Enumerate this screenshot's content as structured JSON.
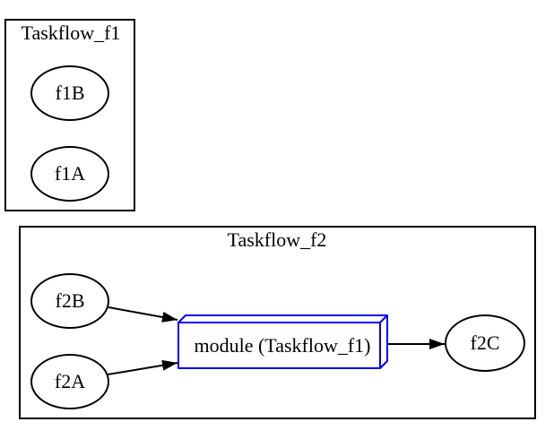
{
  "diagram": {
    "type": "graphviz-taskflow",
    "background": "#ffffff",
    "clusters": [
      {
        "label": "Taskflow_f1"
      },
      {
        "label": "Taskflow_f2"
      }
    ],
    "nodes": [
      {
        "id": "f1B",
        "label": "f1B",
        "shape": "ellipse",
        "cluster": "Taskflow_f1"
      },
      {
        "id": "f1A",
        "label": "f1A",
        "shape": "ellipse",
        "cluster": "Taskflow_f1"
      },
      {
        "id": "f2B",
        "label": "f2B",
        "shape": "ellipse",
        "cluster": "Taskflow_f2"
      },
      {
        "id": "f2A",
        "label": "f2A",
        "shape": "ellipse",
        "cluster": "Taskflow_f2"
      },
      {
        "id": "module",
        "label": "module (Taskflow_f1)",
        "shape": "box3d",
        "cluster": "Taskflow_f2"
      },
      {
        "id": "f2C",
        "label": "f2C",
        "shape": "ellipse",
        "cluster": "Taskflow_f2"
      }
    ],
    "edges": [
      {
        "from": "f2B",
        "to": "module"
      },
      {
        "from": "f2A",
        "to": "module"
      },
      {
        "from": "module",
        "to": "f2C"
      }
    ],
    "colors": {
      "node_border": "#000000",
      "edge": "#000000",
      "module_border": "#0000ff",
      "text": "#000000",
      "background": "#ffffff"
    }
  }
}
